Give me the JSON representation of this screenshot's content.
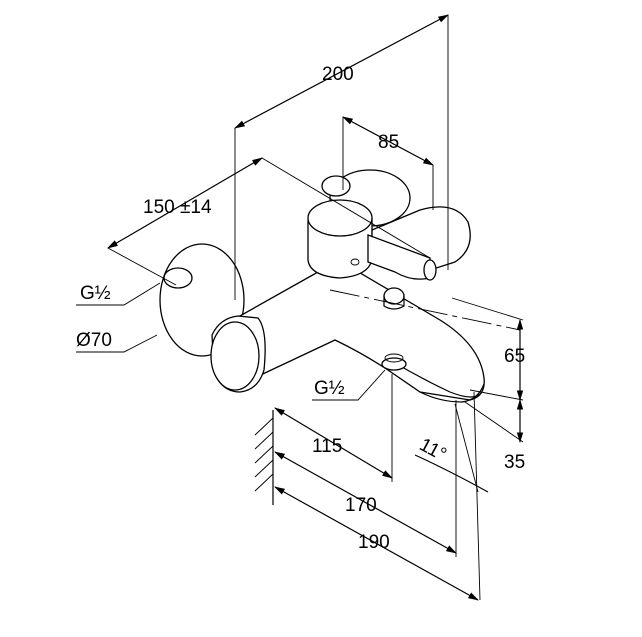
{
  "dimensions": {
    "overall_width": "200",
    "outlet_offset": "85",
    "center_distance": "150 ±14",
    "inlet_thread": "G½",
    "rosette_diameter": "Ø70",
    "outlet_thread": "G½",
    "height_upper": "65",
    "height_lower": "35",
    "spout_angle": "11°",
    "projection_1": "115",
    "projection_2": "170",
    "projection_3": "190"
  }
}
